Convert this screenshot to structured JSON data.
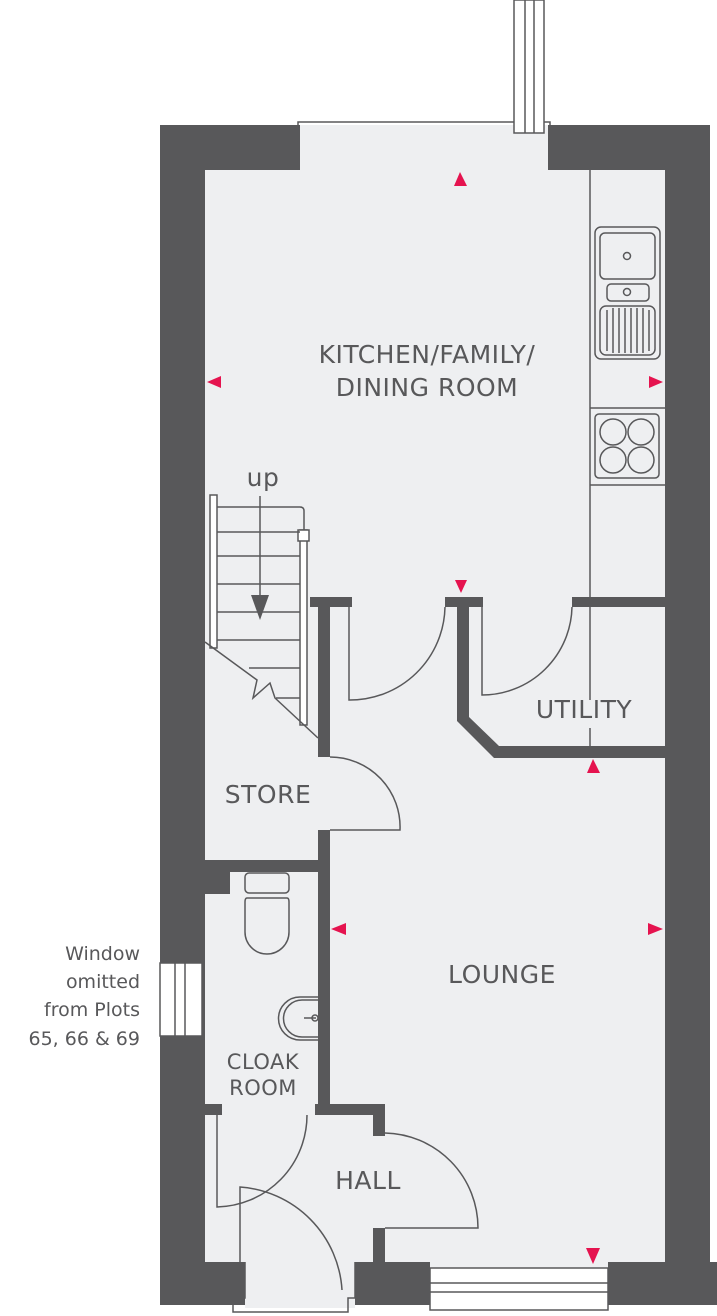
{
  "colors": {
    "wall": "#58585a",
    "floor": "#eeeff1",
    "line": "#58585a",
    "window_fill": "#ffffff",
    "marker": "#e5134f",
    "background": "#ffffff"
  },
  "rooms": {
    "kitchen": {
      "line1": "KITCHEN/FAMILY/",
      "line2": "DINING ROOM"
    },
    "utility": {
      "label": "UTILITY"
    },
    "store": {
      "label": "STORE"
    },
    "lounge": {
      "label": "LOUNGE"
    },
    "cloakroom": {
      "line1": "CLOAK",
      "line2": "ROOM"
    },
    "hall": {
      "label": "HALL"
    }
  },
  "stairs": {
    "direction_label": "up"
  },
  "notes": {
    "window_note": [
      "Window",
      "omitted",
      "from Plots",
      "65, 66 & 69"
    ]
  },
  "fixtures": [
    "sink-unit",
    "hob",
    "wc",
    "basin",
    "staircase"
  ],
  "markers": [
    {
      "room": "kitchen",
      "side": "top"
    },
    {
      "room": "kitchen",
      "side": "left"
    },
    {
      "room": "kitchen",
      "side": "right"
    },
    {
      "room": "kitchen",
      "side": "bottom"
    },
    {
      "room": "lounge",
      "side": "top"
    },
    {
      "room": "lounge",
      "side": "left"
    },
    {
      "room": "lounge",
      "side": "right"
    },
    {
      "room": "lounge",
      "side": "bottom"
    }
  ]
}
